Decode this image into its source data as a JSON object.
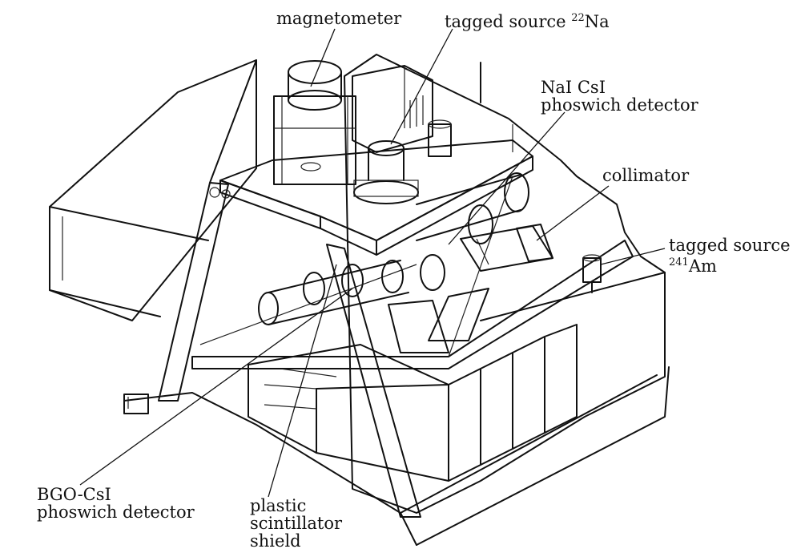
{
  "labels": {
    "magnetometer": "magnetometer",
    "tagged_source_na": {
      "text": "tagged source ",
      "sup": "22",
      "suffix": "Na"
    },
    "nai_csi": [
      "NaI CsI",
      "phoswich detector"
    ],
    "collimator": "collimator",
    "tagged_source_am": {
      "line1": "tagged source",
      "sup": "241",
      "suffix": "Am"
    },
    "bgo_csi": [
      "BGO-CsI",
      "phoswich detector"
    ],
    "plastic": [
      "plastic",
      "scintillator",
      "shield"
    ]
  },
  "colors": {
    "ink": "#111111",
    "paper": "#ffffff"
  }
}
